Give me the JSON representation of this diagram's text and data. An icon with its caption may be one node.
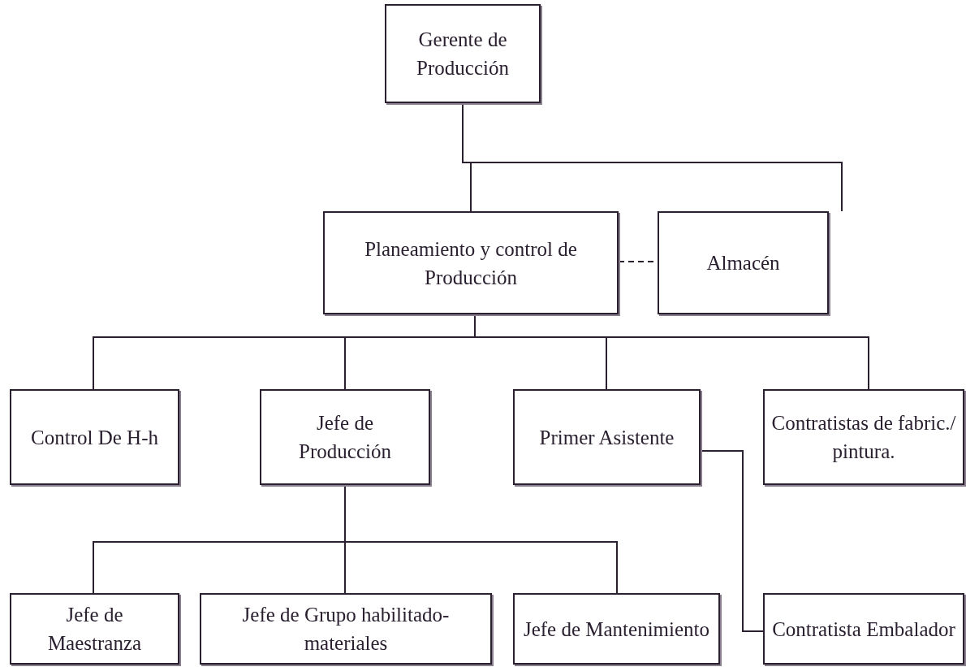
{
  "diagram": {
    "nodes": [
      {
        "text": [
          "Gerente de Producción"
        ]
      },
      {
        "text": [
          "Planeamiento y control de Producción"
        ]
      },
      {
        "text": [
          "Almacén"
        ]
      },
      {
        "text": [
          "Control De H-h"
        ]
      },
      {
        "text": [
          "Jefe de Producción"
        ]
      },
      {
        "text": [
          "Primer Asistente"
        ]
      },
      {
        "text": [
          "Contratistas de fabric./ pintura."
        ]
      },
      {
        "text": [
          "Jefe de Maestranza"
        ]
      },
      {
        "text": [
          "Jefe de Grupo habilitado-materiales"
        ]
      },
      {
        "text": [
          "Jefe de Mantenimiento"
        ]
      },
      {
        "text": [
          "Contratista Embalador"
        ]
      }
    ],
    "edges": [
      {
        "from": 0,
        "to": 1,
        "arrow": "none"
      },
      {
        "from": 0,
        "to": 2,
        "arrow": "none"
      },
      {
        "from": 1,
        "to": 2,
        "arrow": "none",
        "style": "dashed"
      },
      {
        "from": 1,
        "to": 3,
        "arrow": "none"
      },
      {
        "from": 1,
        "to": 4,
        "arrow": "none"
      },
      {
        "from": 1,
        "to": 5,
        "arrow": "none"
      },
      {
        "from": 1,
        "to": 6,
        "arrow": "none"
      },
      {
        "from": 4,
        "to": 7,
        "arrow": "none"
      },
      {
        "from": 4,
        "to": 8,
        "arrow": "none"
      },
      {
        "from": 4,
        "to": 9,
        "arrow": "none"
      },
      {
        "from": 5,
        "to": 10,
        "arrow": "none"
      }
    ]
  }
}
